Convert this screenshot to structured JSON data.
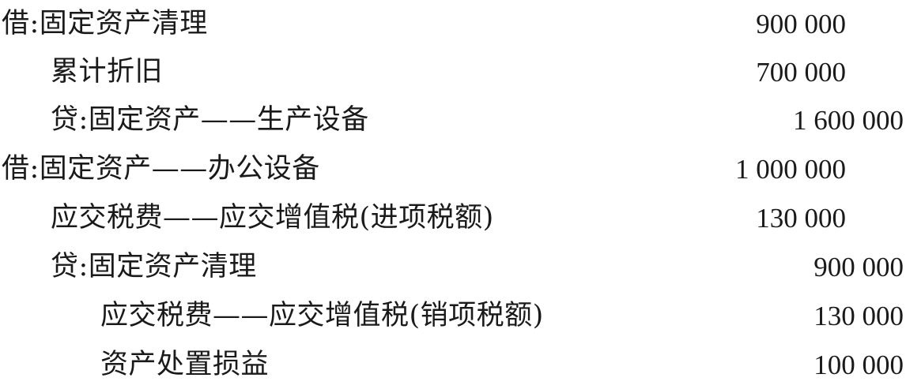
{
  "journal": {
    "lines": [
      {
        "account": "借:固定资产清理",
        "amount": "900 000"
      },
      {
        "account": "累计折旧",
        "amount": "700 000"
      },
      {
        "account": "贷:固定资产——生产设备",
        "amount": "1 600 000"
      },
      {
        "account": "借:固定资产——办公设备",
        "amount": "1 000 000"
      },
      {
        "account": "应交税费——应交增值税(进项税额)",
        "amount": "130 000"
      },
      {
        "account": "贷:固定资产清理",
        "amount": "900 000"
      },
      {
        "account": "应交税费——应交增值税(销项税额)",
        "amount": "130 000"
      },
      {
        "account": "资产处置损益",
        "amount": "100 000"
      }
    ]
  }
}
